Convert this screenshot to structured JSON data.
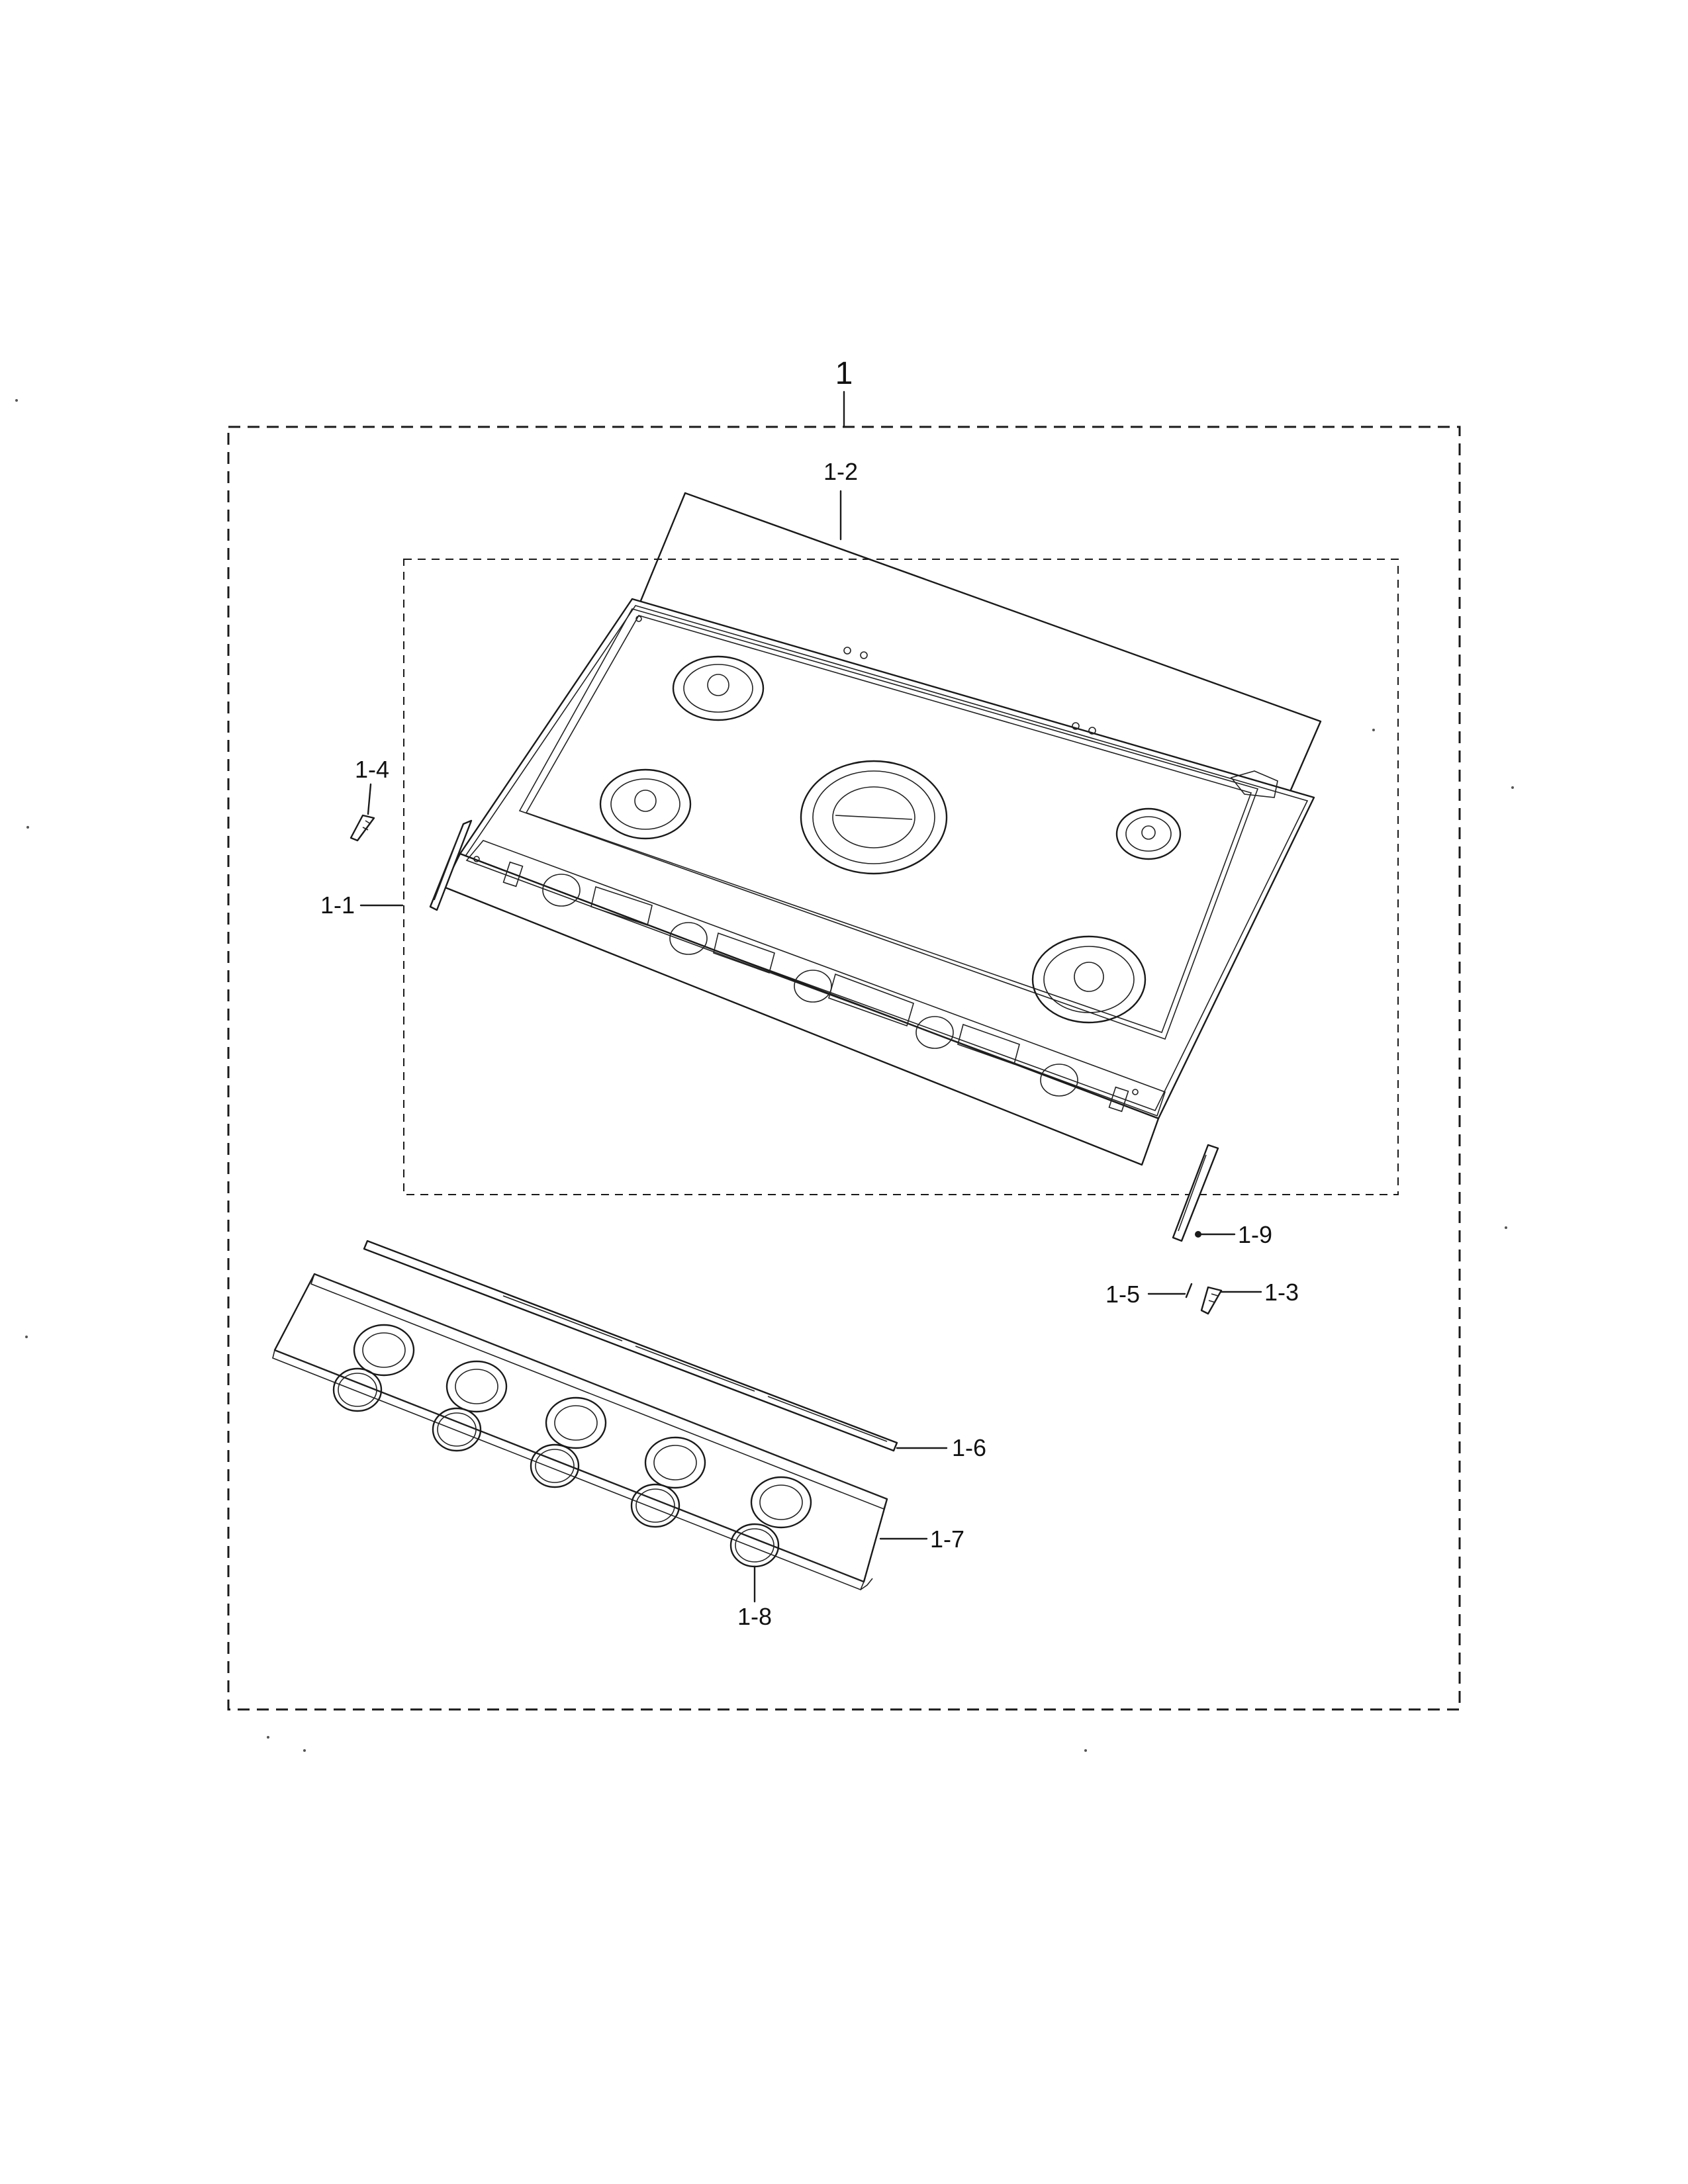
{
  "callouts": {
    "assembly": "1",
    "p1_1": "1-1",
    "p1_2": "1-2",
    "p1_3": "1-3",
    "p1_4": "1-4",
    "p1_5": "1-5",
    "p1_6": "1-6",
    "p1_7": "1-7",
    "p1_8": "1-8",
    "p1_9": "1-9"
  },
  "colors": {
    "line": "#1a1a1a",
    "background": "#ffffff"
  }
}
